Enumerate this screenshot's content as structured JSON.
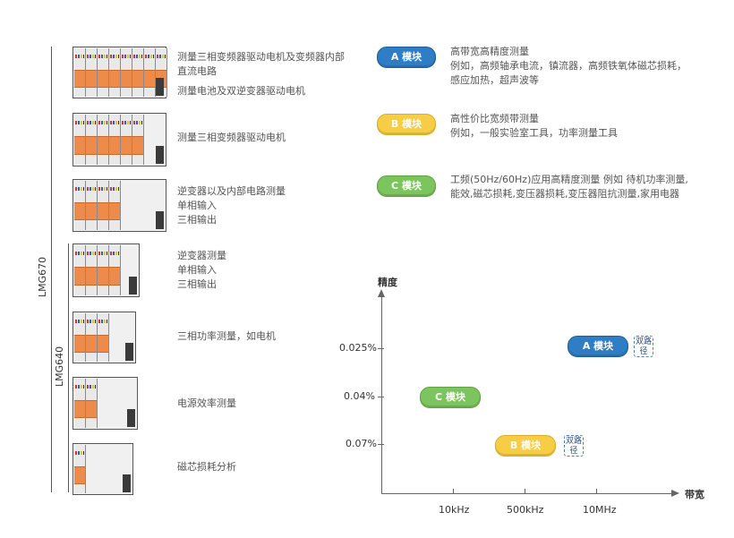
{
  "series_labels": {
    "lmg670": "LMG670",
    "lmg640": "LMG640"
  },
  "devices": [
    {
      "slots": 8,
      "lines": [
        "测量三相变频器驱动电机及变频器内部",
        "直流电路",
        "测量电池及双逆变器驱动电机"
      ]
    },
    {
      "slots": 6,
      "lines": [
        "测量三相变频器驱动电机"
      ]
    },
    {
      "slots": 4,
      "lines": [
        "逆变器以及内部电路测量",
        "单相输入",
        "三相输出"
      ]
    },
    {
      "slots": 4,
      "lines": [
        "逆变器测量",
        "单相输入",
        "三相输出"
      ]
    },
    {
      "slots": 3,
      "lines": [
        "三相功率测量，如电机"
      ]
    },
    {
      "slots": 2,
      "lines": [
        "电源效率测量"
      ]
    },
    {
      "slots": 1,
      "lines": [
        "磁芯损耗分析"
      ]
    }
  ],
  "modules": [
    {
      "label": "A 模块",
      "color": "#2f7dc4",
      "lines": [
        "高带宽高精度测量",
        "例如，高频轴承电流，镇流器，高频铁氧体磁芯损耗，",
        "感应加热，超声波等"
      ]
    },
    {
      "label": "B 模块",
      "color": "#f6cd45",
      "lines": [
        "高性价比宽频带测量",
        "例如，一般实验室工具，功率测量工具"
      ]
    },
    {
      "label": "C 模块",
      "color": "#7cc45d",
      "lines": [
        "工频(50Hz/60Hz)应用高精度测量 例如  待机功率测量,",
        "能效,磁芯损耗,变压器损耗,变压器阻抗测量,家用电器"
      ]
    }
  ],
  "chart_data": {
    "type": "scatter",
    "ylabel": "精度",
    "xlabel": "带宽",
    "y_ticks": [
      "0.025%",
      "0.04%",
      "0.07%"
    ],
    "x_ticks": [
      "10kHz",
      "500kHz",
      "10MHz"
    ],
    "points": [
      {
        "name": "A 模块",
        "x": "10MHz",
        "y": "0.025%",
        "badge": "双路径"
      },
      {
        "name": "C 模块",
        "x": "10kHz",
        "y": "0.04%"
      },
      {
        "name": "B 模块",
        "x": "500kHz",
        "y": "0.07%",
        "badge": "双路径"
      }
    ]
  }
}
